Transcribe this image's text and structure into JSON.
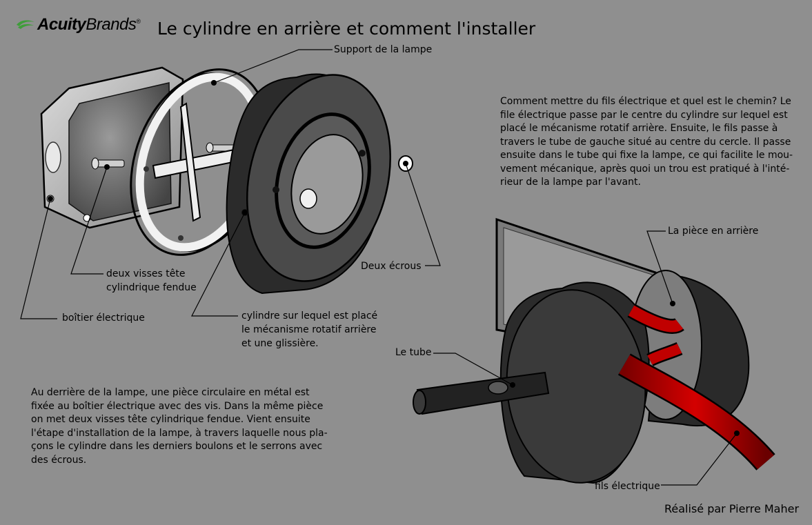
{
  "header": {
    "logo": {
      "acuity": "Acuity",
      "brands": "Brands",
      "mark": "®"
    },
    "title": "Le cylindre en arrière et comment l'installer"
  },
  "labels": {
    "support_lampe": "Support de la lampe",
    "deux_visses_line1": "deux visses tête",
    "deux_visses_line2": "cylindrique fendue",
    "boitier": "boîtier électrique",
    "cylindre_line1": "cylindre  sur lequel est placé",
    "cylindre_line2": "le mécanisme rotatif arrière",
    "cylindre_line3": "et une glissière.",
    "deux_ecrous": "Deux écrous",
    "piece_arriere": "La pièce en arrière",
    "le_tube": "Le tube",
    "fils_electrique": "fils électrique"
  },
  "text": {
    "right_paragraph": [
      "Comment mettre du fils électrique et quel est le chemin?  Le",
      "file électrique passe par le centre du cylindre  sur lequel est",
      "placé le mécanisme rotatif arrière.  Ensuite, le fils passe à",
      "travers le tube de gauche situé au centre du cercle.  Il passe",
      "ensuite dans le tube qui fixe la lampe, ce qui facilite le mou-",
      "vement mécanique, après quoi un trou est pratiqué à l'inté-",
      "rieur de la lampe par l'avant."
    ],
    "left_paragraph": [
      "Au derrière de la lampe, une pièce circulaire en métal est",
      "fixée au boîtier électrique avec des vis.  Dans la même pièce",
      "on met deux visses tête cylindrique fendue.  Vient ensuite",
      "l'étape d'installation de la lampe, à travers laquelle nous pla-",
      "çons le cylindre dans les derniers boulons et le serrons avec",
      "des écrous."
    ],
    "credit": "Réalisé par Pierre Maher"
  },
  "colors": {
    "background": "#8f8f8f",
    "logo_green": "#3f9d3a",
    "wire_red": "#c00000",
    "dark_part": "#2a2a2a"
  }
}
